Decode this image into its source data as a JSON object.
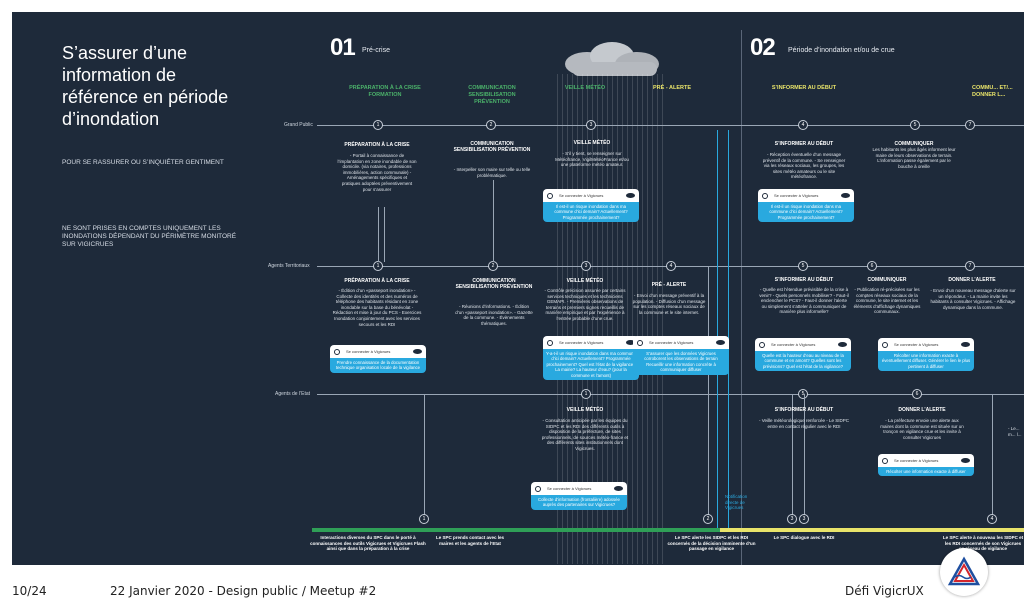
{
  "title": "S’assurer d’une information de référence en période d’inondation",
  "intro1": "POUR SE RASSURER OU S’INQUIÉTER GENTIMENT",
  "intro2": "NE SONT PRISES EN COMPTES UNIQUEMENT LES INONDATIONS DÉPENDANT DU PÉRIMÈTRE MONITORÉ SUR VIGICRUES",
  "phases": [
    {
      "num": "01",
      "label": "Pré-crise"
    },
    {
      "num": "02",
      "label": "Période d’inondation et/ou de crue"
    }
  ],
  "columns": [
    "PRÉPARATION À LA CRISE FORMATION",
    "COMMUNICATION SENSIBILISATION PRÉVENTION",
    "VEILLE MÉTÉO",
    "PRÉ - ALERTE",
    "S’INFORMER AU DÉBUT",
    "COMMU... ET/... DONNER L..."
  ],
  "rows": [
    "Grand Public",
    "Agents Territoriaux",
    "Agents de l’Etat"
  ],
  "nodes": {
    "gp": [
      "1",
      "2",
      "3",
      "4",
      "5",
      "7"
    ],
    "at": [
      "1",
      "2",
      "3",
      "4",
      "5",
      "6",
      "7"
    ],
    "ae": [
      "1",
      "5",
      "6"
    ],
    "bottom": [
      "1",
      "2",
      "3",
      "3",
      "4"
    ]
  },
  "blocks": {
    "gp1_title": "PRÉPARATION À LA CRISE",
    "gp1_text": "- Portail à connaissance de l’implantation en zone inondable de son domicile. (via notaires, professions immobilières, action communale) - Aménagements spécifiques et pratiques adoptées préventivement pour s’assurer",
    "gp2_title": "COMMUNICATION SENSIBILISATION PRÉVENTION",
    "gp2_text": "- Interpeller son maire sur telle ou telle problématique.",
    "gp3_title": "VEILLE MÉTÉO",
    "gp3_text": "- S’il y tient, se renseigner sur Météofrance, VigilMétéoFrance et/ou une plateforme météo amateur.",
    "gp4_title": "S’INFORMER AU DÉBUT",
    "gp4_text": "- Réception éventuelle d’un message préventif de la commune. - Se renseigner via les réseaux sociaux, les groupes, les sites météo amateurs ou le site météofrance.",
    "gp5_title": "COMMUNIQUER",
    "gp5_text": "Les habitants les plus âgés informent leur maire de leurs observations de terrain. L’information passe également par le bouche à oreille",
    "at1_title": "PRÉPARATION À LA CRISE",
    "at1_text": "- Édition d’un «passeport inondation» - Collecte des identités et des numéros de téléphone des habitants résidant en zone inondable sur la base du bénévolat - Rédaction et mise à jour du PCS - Exercices Inondation conjointement avec les services secours et les RDI",
    "at2_title": "COMMUNICATION SENSIBILISATION PRÉVENTION",
    "at2_text": "- Réunions d’informations. - Édition d’un «passeport inondation». - Gazette de la commune. - Évènements thématiques.",
    "at3_title": "VEILLE MÉTÉO",
    "at3_text": "- Contrôle précision assurée par certains services techniques et les techniciens GEMAPI. - Premières observations de terrains et premiers signes recueillis de manière empirique et par l’expérience à l’entrée probable d’une crue.",
    "at4_title": "PRÉ - ALERTE",
    "at4_text": "- Envoi d’un message préventif à la population. - Diffusion d’un message sur les comptes réseaux sociaux de la commune et le site internet.",
    "at5_title": "S’INFORMER AU DÉBUT",
    "at5_text": "- Quelle est l’étendue prévisible de la crise à venir? - Quels personnels mobiliser? - Faut-il enclencher le PCS? - Faut-il donner l’alerte ou simplement s’atteler à communiquer de manière plus informelle?",
    "at6_title": "COMMUNIQUER",
    "at6_text": "- Publication ré-précisées sur les comptes réseaux sociaux de la commune, le site internet et les éléments d’affichage dynamiques communaux.",
    "at7_title": "DONNER L’ALERTE",
    "at7_text": "- Envoi d’un nouveau message d’alerte sur un répondeur. - La mairie invite les habitants à consulter Vigicrues. - Affichage dynamique dans la commune.",
    "ae1_title": "VEILLE MÉTÉO",
    "ae1_text": "- Consultation anticipée par les équipes du SIDPC et les RDI des différents outils à disposition de la préfecture, de sites professionnels, de sources météo-france et des différents sites institutionnels dont Vigicrues.",
    "ae5_title": "S’INFORMER AU DÉBUT",
    "ae5_text": "- Veille météorologique renforcée - Le SIDPC entre en contact régulier avec le RDI",
    "ae6_title": "DONNER L’ALERTE",
    "ae6_text": "- La préfecture envoie une alerte aux maires dont la commune est située sur un tronçon en vigilance crue et les invite à consulter Vigicrues",
    "ae_cut": "- Le... m... l..."
  },
  "card_label": "Se connecter à Vigicrues",
  "cards": [
    "Il est-il un risque inondation dans ma commune d’ici demain? Actuellement? Programmée prochainement?",
    "Il est-il un risque inondation dans ma commune d’ici demain? Actuellement? Programmée prochainement?",
    "Prendre connaissance de la documentation technique organisation locale de la vigilance",
    "Y-a-t-il un risque inondation dans ma commune d’ici demain? Actuellement? Programmée prochainement? Quel est l’état de la vigilance? La mairie? La hauteur d’eau? (pour la commune et l’amont)",
    "S’assurer que les données Vigicrues corroborent les observations de terrain Recueillir une information concrète à communiquer diffuser",
    "Quelle est la hauteur d’eau au niveau de la commune et en amont? Quelles sont les prévisions? Quel est l’état de la vigilance?",
    "Récolter une information exacte à éventuellement diffuser. Générer le lien le plus pertinent à diffuser",
    "Collecte d’information (frontalière) adossée auprès des partenaires sur Vigicrues?",
    "Récolter une information exacte à diffuser"
  ],
  "bottom_labels": [
    "Interactions diverses du SPC dans le porté à connaissances des outils Vigicrues et Vigicrues Flash ainsi que dans la préparation à la crise",
    "Le SPC prends contact avec les maires et les agents de l’Etat",
    "Le SPC alerte les SIDPC et les RDI concernés de la décision imminente d’un passage en vigilance",
    "Le SPC dialogue avec le RDI",
    "Le SPC alerte à nouveau les SIDPC et les RDI concernés de son Vigicrues en réseau de vigilance"
  ],
  "notif_label": "Notification directe de Vigicrues",
  "footer": {
    "page": "10/24",
    "event": "22 Janvier 2020 - Design public / Meetup #2",
    "brand": "Défi VigicrUX"
  },
  "colors": {
    "bg": "#1e2a3a",
    "green": "#2f9f57",
    "yellow": "#e9e46a",
    "cyan": "#29a9df"
  }
}
